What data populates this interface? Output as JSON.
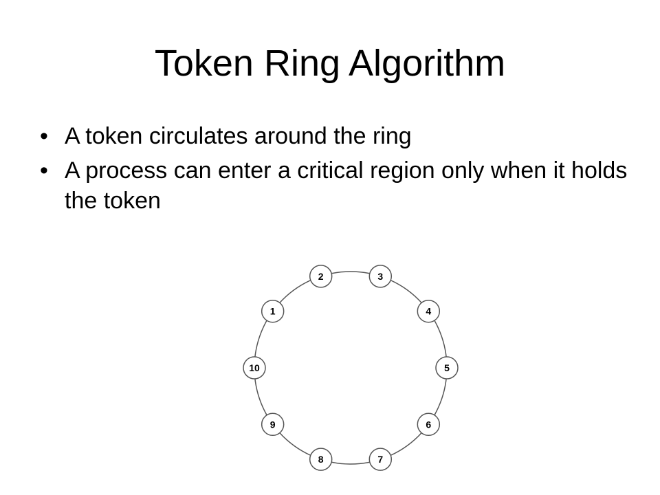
{
  "slide": {
    "title": "Token Ring Algorithm",
    "bullets": [
      "A token circulates around the ring",
      "A process can enter a critical region only when it holds the token"
    ],
    "bullet_glyph": "•"
  },
  "diagram": {
    "type": "ring",
    "nodes": [
      "1",
      "2",
      "3",
      "4",
      "5",
      "6",
      "7",
      "8",
      "9",
      "10"
    ],
    "stroke_color": "#555555",
    "fill_color": "#ffffff",
    "label_color": "#000000"
  }
}
